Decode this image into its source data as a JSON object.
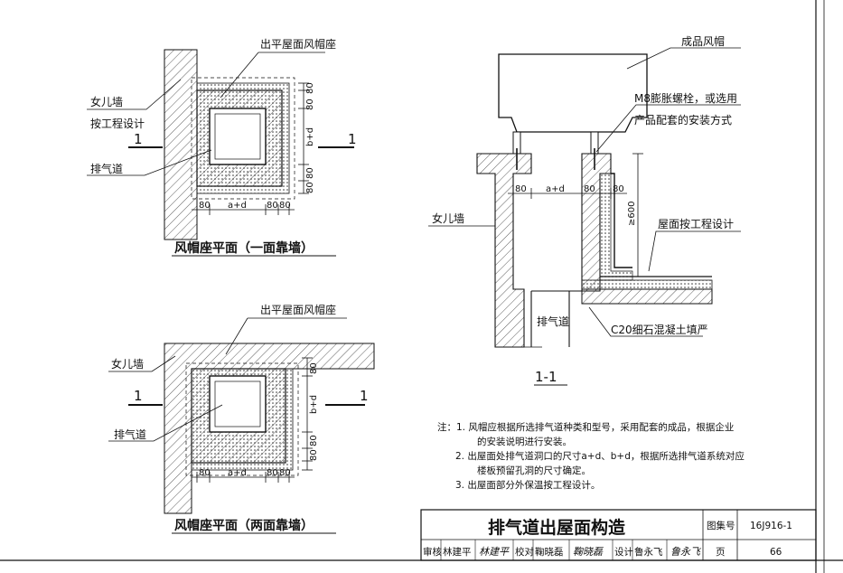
{
  "labels": {
    "cap_base": "出平屋面风帽座",
    "parapet": "女儿墙",
    "by_design": "按工程设计",
    "duct": "排气道",
    "section_mark": "1",
    "product_cap": "成品风帽",
    "bolt_line1": "M8膨胀螺栓，或选用",
    "bolt_line2": "产品配套的安装方式",
    "roof_by_design": "屋面按工程设计",
    "concrete_fill": "C20细石混凝土填严"
  },
  "dims": {
    "d80": "80",
    "a_plus_d": "a+d",
    "b_plus_d": "b+d",
    "ge600": "≥600"
  },
  "captions": {
    "plan_one_wall": "风帽座平面（一面靠墙）",
    "plan_two_walls": "风帽座平面（两面靠墙）",
    "section": "1-1"
  },
  "notes": {
    "l1": "注：1. 风帽应根据所选排气道种类和型号，采用配套的成品，根据企业",
    "l2": "的安装说明进行安装。",
    "l3": "2. 出屋面处排气道洞口的尺寸a+d、b+d，根据所选排气道系统对应",
    "l4": "楼板预留孔洞的尺寸确定。",
    "l5": "3. 出屋面部分外保温按工程设计。"
  },
  "titleblock": {
    "title": "排气道出屋面构造",
    "atlas_no_label": "图集号",
    "atlas_no": "16J916-1",
    "review_label": "审核",
    "reviewer": "林建平",
    "check_label": "校对",
    "checker": "鞠晓磊",
    "design_label": "设计",
    "designer": "鲁永飞",
    "page_label": "页",
    "page": "66"
  }
}
